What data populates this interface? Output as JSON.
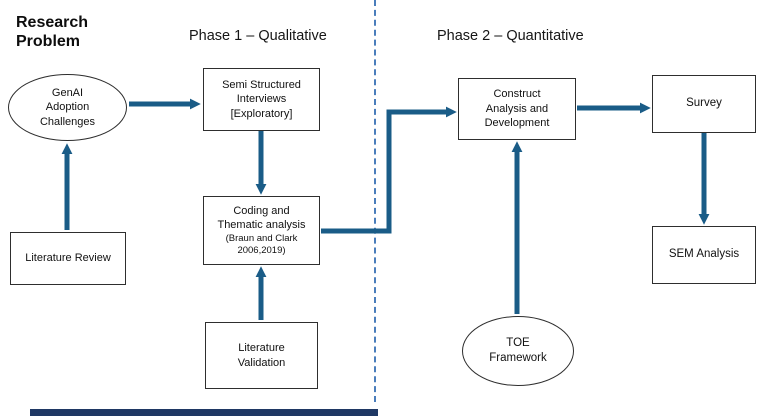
{
  "headings": {
    "research_problem": "Research\nProblem",
    "phase1": "Phase 1 – Qualitative",
    "phase2": "Phase 2 – Quantitative"
  },
  "nodes": {
    "genai_adoption_challenges": {
      "shape": "ellipse",
      "label": "GenAI\nAdoption\nChallenges"
    },
    "literature_review": {
      "shape": "rect",
      "label": "Literature Review"
    },
    "semi_structured_interviews": {
      "shape": "rect",
      "label": "Semi Structured\nInterviews\n[Exploratory]"
    },
    "coding_thematic_analysis": {
      "shape": "rect",
      "label": "Coding and\nThematic analysis",
      "sublabel": "(Braun and Clark\n2006,2019)"
    },
    "literature_validation": {
      "shape": "rect",
      "label": "Literature\nValidation"
    },
    "construct_analysis_development": {
      "shape": "rect",
      "label": "Construct\nAnalysis and\nDevelopment"
    },
    "survey": {
      "shape": "rect",
      "label": "Survey"
    },
    "sem_analysis": {
      "shape": "rect",
      "label": "SEM Analysis"
    },
    "toe_framework": {
      "shape": "ellipse",
      "label": "TOE\nFramework"
    }
  },
  "edges": [
    {
      "from": "literature_review",
      "to": "genai_adoption_challenges"
    },
    {
      "from": "genai_adoption_challenges",
      "to": "semi_structured_interviews"
    },
    {
      "from": "semi_structured_interviews",
      "to": "coding_thematic_analysis"
    },
    {
      "from": "literature_validation",
      "to": "coding_thematic_analysis"
    },
    {
      "from": "coding_thematic_analysis",
      "to": "construct_analysis_development"
    },
    {
      "from": "toe_framework",
      "to": "construct_analysis_development"
    },
    {
      "from": "construct_analysis_development",
      "to": "survey"
    },
    {
      "from": "survey",
      "to": "sem_analysis"
    }
  ],
  "colors": {
    "arrow_color": "#1a5c87",
    "divider_color": "#4a7dbb",
    "bottom_bar_color": "#1f3864"
  }
}
